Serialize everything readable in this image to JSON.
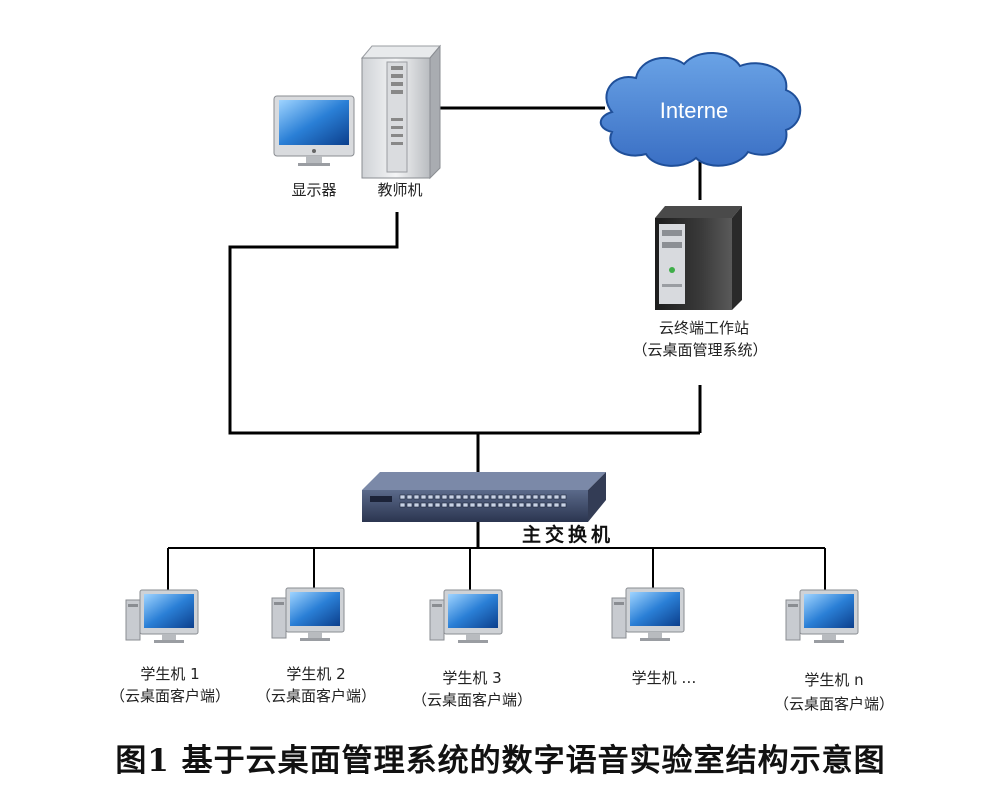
{
  "diagram": {
    "teacher_monitor_label": "显示器",
    "teacher_pc_label": "教师机",
    "internet_label": "Interne",
    "workstation_label_line1": "云终端工作站",
    "workstation_label_line2": "（云桌面管理系统）",
    "switch_label": "主交换机",
    "students": [
      {
        "name": "学生机 1",
        "sub": "（云桌面客户端）"
      },
      {
        "name": "学生机 2",
        "sub": "（云桌面客户端）"
      },
      {
        "name": "学生机 3",
        "sub": "（云桌面客户端）"
      },
      {
        "name": "学生机 …",
        "sub": ""
      },
      {
        "name": "学生机 n",
        "sub": "（云桌面客户端）"
      }
    ]
  },
  "caption": "图1   基于云桌面管理系统的数字语音实验室结构示意图"
}
